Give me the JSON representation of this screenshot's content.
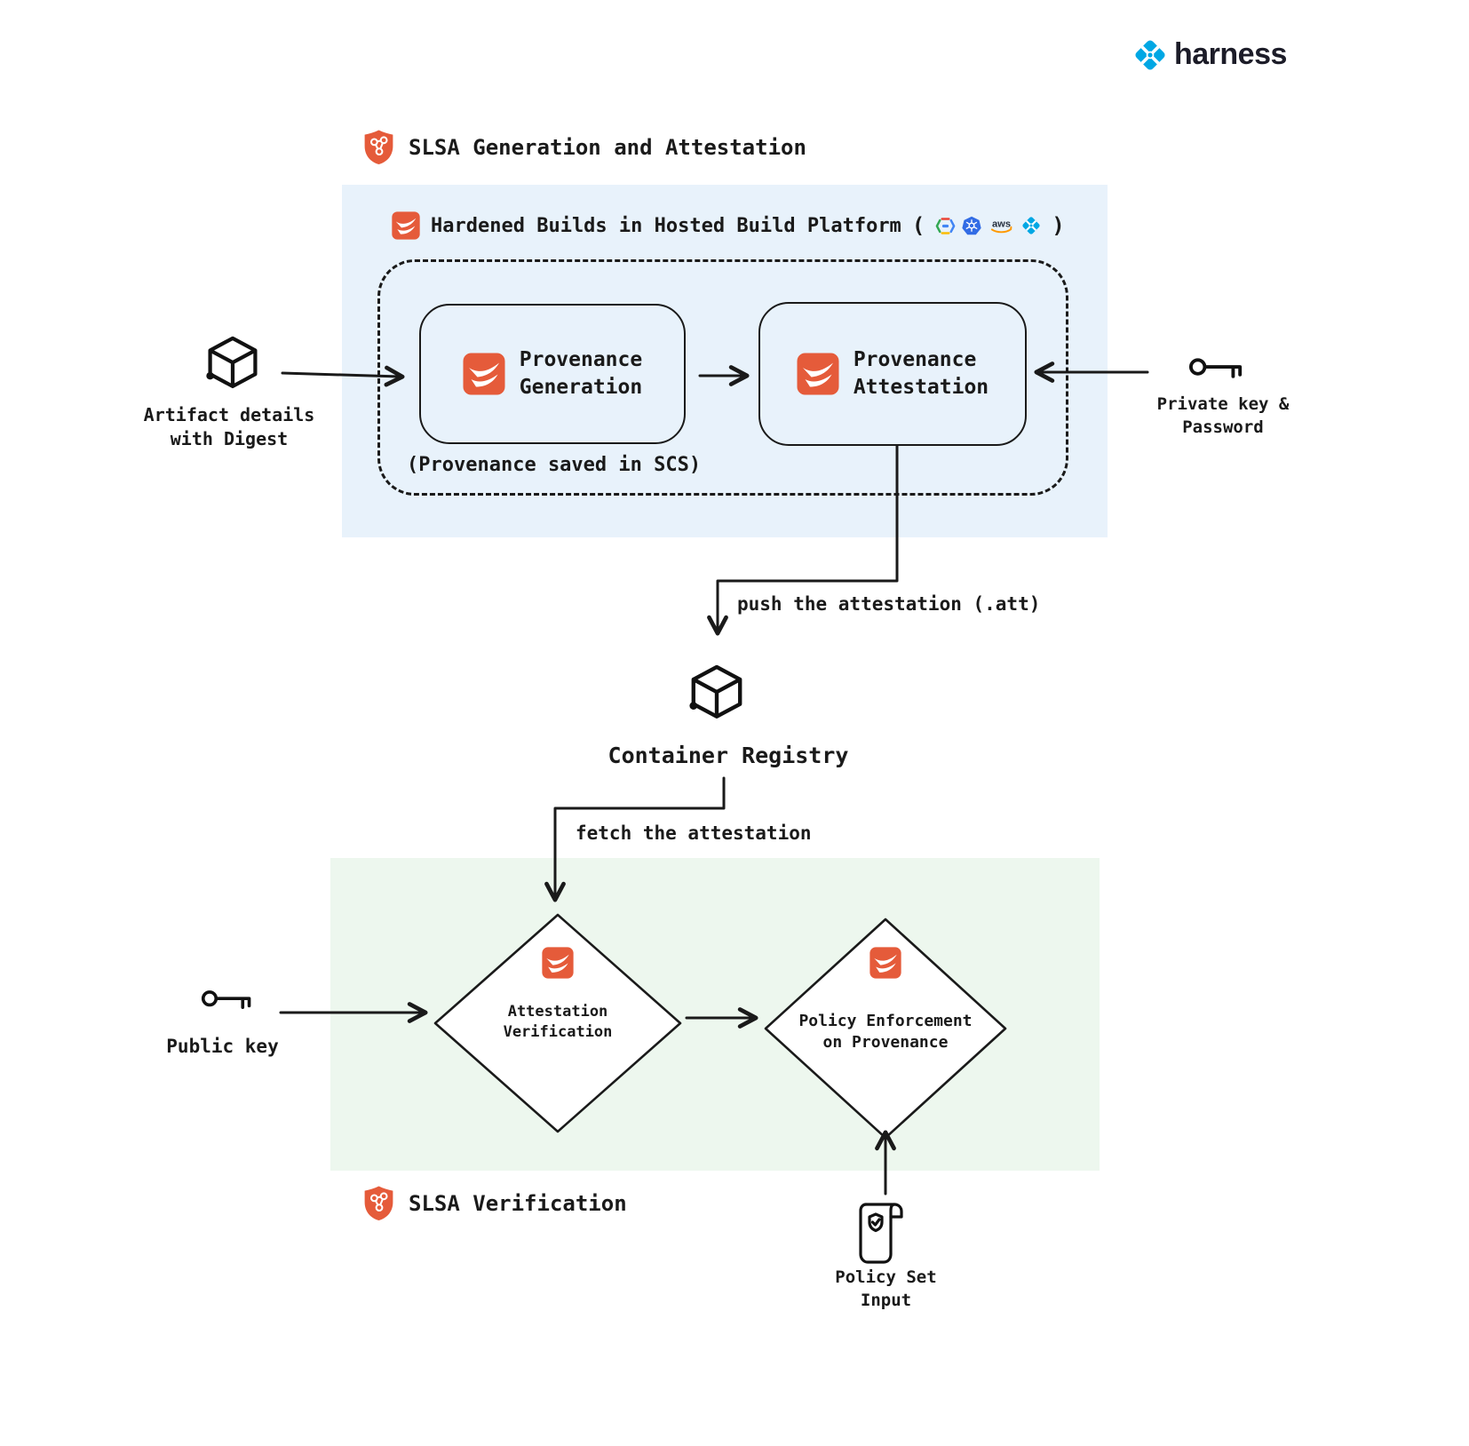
{
  "brand": {
    "logo_text": "harness"
  },
  "colors": {
    "accent_orange": "#e55b3a",
    "harness_blue": "#00a7e4",
    "generation_bg": "#e8f2fb",
    "verification_bg": "#edf7ee",
    "ink": "#1a1a1a"
  },
  "generation": {
    "section_title": "SLSA Generation and Attestation",
    "platform_heading": "Hardened Builds in Hosted Build Platform",
    "paren_open": "(",
    "paren_close": ")",
    "provenance_generation_label": "Provenance\nGeneration",
    "provenance_attestation_label": "Provenance\nAttestation",
    "provenance_saved_note": "(Provenance saved in SCS)",
    "artifact_input_label": "Artifact details\nwith Digest",
    "private_key_label": "Private key &\nPassword"
  },
  "registry": {
    "push_arrow_label": "push the attestation (.att)",
    "registry_label": "Container Registry",
    "fetch_arrow_label": "fetch the attestation"
  },
  "verification": {
    "section_title": "SLSA Verification",
    "attestation_verification_label": "Attestation\nVerification",
    "policy_enforcement_label": "Policy Enforcement\non Provenance",
    "public_key_label": "Public key",
    "policy_set_label": "Policy Set\nInput"
  },
  "icons": {
    "brand": "harness-logo-icon",
    "section": "slsa-shield-icon",
    "module": "harness-scs-module-icon",
    "artifact": "cube-icon",
    "registry": "cube-icon",
    "keys": "key-icon",
    "policy": "policy-scroll-icon",
    "platforms": [
      "gcp-icon",
      "kubernetes-icon",
      "aws-icon",
      "harness-icon"
    ]
  }
}
